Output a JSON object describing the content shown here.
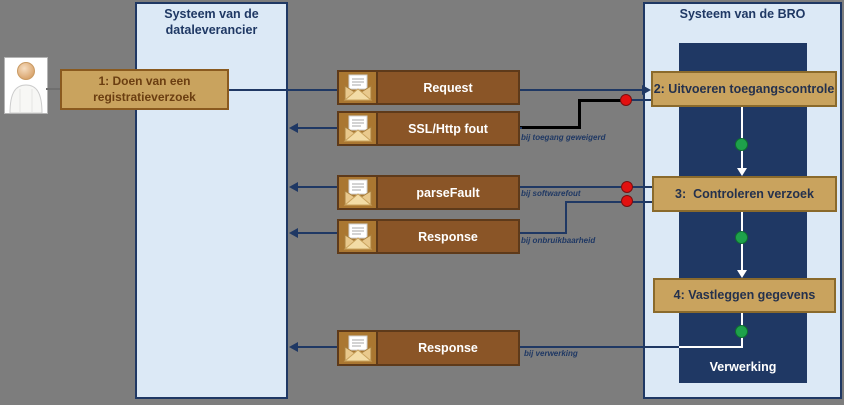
{
  "diagram": {
    "type": "sequence",
    "background_color": "#7d7d7d",
    "accent_navy": "#1f3864",
    "lane_fill": "#dce9f6",
    "step_box_fill": "#c9a35e",
    "message_box_fill": "#8a5527",
    "error_dot_color": "#e31010",
    "flow_dot_color": "#1ea14b"
  },
  "lanes": {
    "left": {
      "title": "Systeem van de dataleverancier"
    },
    "right": {
      "title": "Systeem van de BRO",
      "footer": "Verwerking"
    }
  },
  "actor": {
    "name": "dataleverancier"
  },
  "steps": {
    "step1": "1: Doen van een registratieverzoek",
    "step2": "2: Uitvoeren toegangscontrole",
    "step3": "3:  Controleren verzoek",
    "step4": "4: Vastleggen gegevens"
  },
  "messages": {
    "request": {
      "label": "Request",
      "direction": "to-bro"
    },
    "ssl_http_fout": {
      "label": "SSL/Http fout",
      "direction": "to-dataleverancier",
      "note": "bij toegang geweigerd"
    },
    "parse_fault": {
      "label": "parseFault",
      "direction": "to-dataleverancier",
      "note": "bij softwarefout"
    },
    "response_afgekeurd": {
      "label": "Response",
      "direction": "to-dataleverancier",
      "note": "bij onbruikbaarheid"
    },
    "response_verwerkt": {
      "label": "Response",
      "direction": "to-dataleverancier",
      "note": "bij verwerking"
    }
  }
}
